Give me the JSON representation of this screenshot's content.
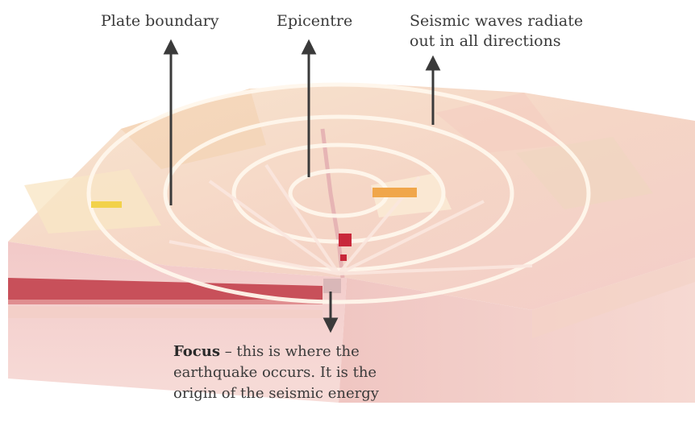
{
  "labels": {
    "plate_boundary": "Plate boundary",
    "epicentre": "Epicentre",
    "seismic_waves_line1": "Seismic waves radiate",
    "seismic_waves_line2": "out in all directions",
    "focus_title": "Focus",
    "focus_line1_rest": " – this is where the",
    "focus_line2": "earthquake occurs. It is the",
    "focus_line3": "origin of the seismic energy"
  },
  "colors": {
    "crust_top": "#f6dcc4",
    "crust_side": "#f1c4c4",
    "ring": "#fff6ea",
    "plate_band": "#c9505a",
    "arrow": "#3a3a3a"
  }
}
